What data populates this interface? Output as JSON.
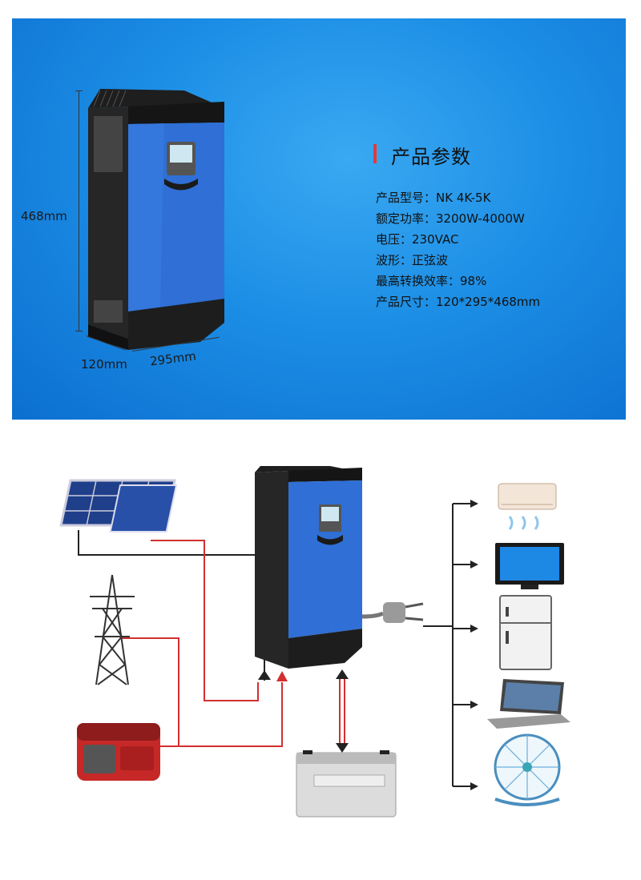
{
  "banner": {
    "dims": {
      "height": "468mm",
      "depth": "120mm",
      "width": "295mm"
    },
    "spec_title": "产品参数",
    "specs": [
      {
        "label": "产品型号：",
        "value": "NK 4K-5K"
      },
      {
        "label": "额定功率：",
        "value": "3200W-4000W"
      },
      {
        "label": "电压：",
        "value": "230VAC"
      },
      {
        "label": "波形：",
        "value": "正弦波"
      },
      {
        "label": "最高转换效率：",
        "value": "98%"
      },
      {
        "label": "产品尺寸：",
        "value": "120*295*468mm"
      }
    ],
    "colors": {
      "background": "#1c8ee5",
      "accent_bar": "#e53935",
      "panel": "#2f6fd6",
      "case": "#2a2a2a"
    }
  },
  "diagram": {
    "sources": [
      "solar-panel-icon",
      "power-tower-icon",
      "generator-icon"
    ],
    "storage": "battery-icon",
    "loads": [
      "air-conditioner-icon",
      "tv-icon",
      "refrigerator-icon",
      "laptop-icon",
      "fan-icon"
    ],
    "colors": {
      "source_line": "#d32f2f",
      "dark_line": "#222222"
    }
  }
}
